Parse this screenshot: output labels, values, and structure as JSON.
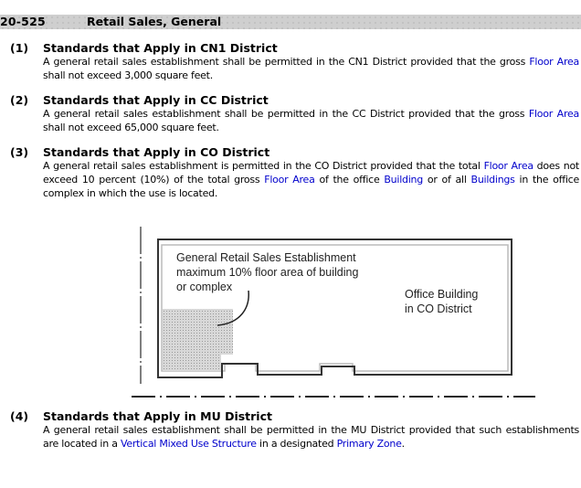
{
  "header": {
    "section_number": "20-525",
    "section_title": "Retail Sales, General"
  },
  "sections": [
    {
      "label": "(1)",
      "heading": "Standards that Apply in CN1 District",
      "parts": [
        {
          "text": "A general retail sales establishment shall be permitted in the CN1 District provided that the gross ",
          "link": false
        },
        {
          "text": "Floor Area",
          "link": true
        },
        {
          "text": " shall not exceed 3,000 square feet.",
          "link": false
        }
      ]
    },
    {
      "label": "(2)",
      "heading": "Standards that Apply in CC District",
      "parts": [
        {
          "text": "A general retail sales establishment shall be permitted in the CC District provided that the gross ",
          "link": false
        },
        {
          "text": "Floor Area",
          "link": true
        },
        {
          "text": " shall not exceed 65,000 square feet.",
          "link": false
        }
      ]
    },
    {
      "label": "(3)",
      "heading": "Standards that Apply in CO District",
      "parts": [
        {
          "text": "A general retail sales establishment is permitted in the CO District provided that the total ",
          "link": false
        },
        {
          "text": "Floor Area",
          "link": true
        },
        {
          "text": " does not exceed 10 percent (10%) of the total gross ",
          "link": false
        },
        {
          "text": "Floor Area",
          "link": true
        },
        {
          "text": " of the office ",
          "link": false
        },
        {
          "text": "Building",
          "link": true
        },
        {
          "text": " or of all ",
          "link": false
        },
        {
          "text": "Buildings",
          "link": true
        },
        {
          "text": " in the office complex in which the use is located.",
          "link": false
        }
      ]
    },
    {
      "label": "(4)",
      "heading": "Standards that Apply in MU District",
      "parts": [
        {
          "text": "A general retail sales establishment shall be permitted in the MU District provided that such establishments are located in a ",
          "link": false
        },
        {
          "text": "Vertical Mixed Use Structure",
          "link": true
        },
        {
          "text": " in a designated ",
          "link": false
        },
        {
          "text": "Primary Zone",
          "link": true
        },
        {
          "text": ".",
          "link": false
        }
      ]
    }
  ],
  "diagram": {
    "retail_label_lines": [
      "General Retail Sales Establishment",
      "maximum 10% floor area of building",
      "or complex"
    ],
    "office_label_lines": [
      "Office Building",
      "in CO District"
    ]
  },
  "colors": {
    "link": "#0000cc",
    "header_bg": "#cfcfcf"
  }
}
